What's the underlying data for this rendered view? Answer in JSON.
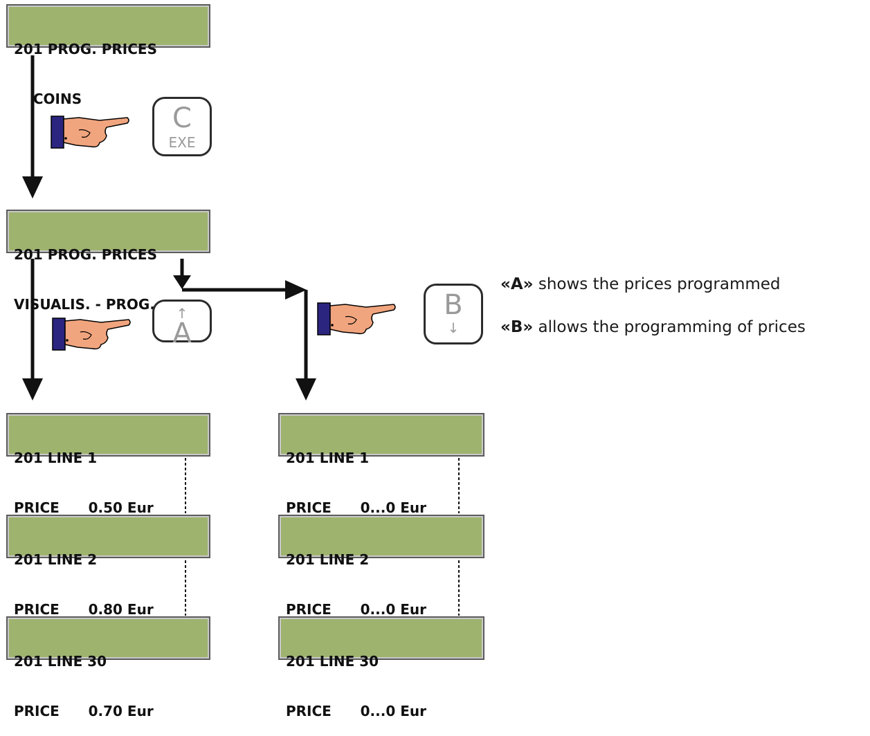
{
  "displays": [
    {
      "line1": "201 PROG. PRICES",
      "line2": "    COINS"
    },
    {
      "line1": "201 PROG. PRICES",
      "line2": "VISUALIS. - PROG."
    },
    {
      "line1": "201 LINE 1",
      "line2": "PRICE      0.50 Eur"
    },
    {
      "line1": "201 LINE 2",
      "line2": "PRICE      0.80 Eur"
    },
    {
      "line1": "201 LINE 30",
      "line2": "PRICE      0.70 Eur"
    },
    {
      "line1": "201 LINE 1",
      "line2": "PRICE      0...0 Eur"
    },
    {
      "line1": "201 LINE 2",
      "line2": "PRICE      0...0 Eur"
    },
    {
      "line1": "201 LINE 30",
      "line2": "PRICE      0...0 Eur"
    }
  ],
  "keys": {
    "c_exe": {
      "main": "C",
      "sub": "EXE"
    },
    "a_up": {
      "arrow": "↑",
      "main": "A"
    },
    "b_down": {
      "main": "B",
      "arrow": "↓"
    }
  },
  "notes": {
    "a": {
      "key": "«A»",
      "text": " shows the prices programmed"
    },
    "b": {
      "key": "«B»",
      "text": " allows the programming of prices"
    }
  },
  "colors": {
    "lcd": "#9eb36e",
    "sleeve": "#2b2580",
    "hand": "#f1a57e"
  }
}
